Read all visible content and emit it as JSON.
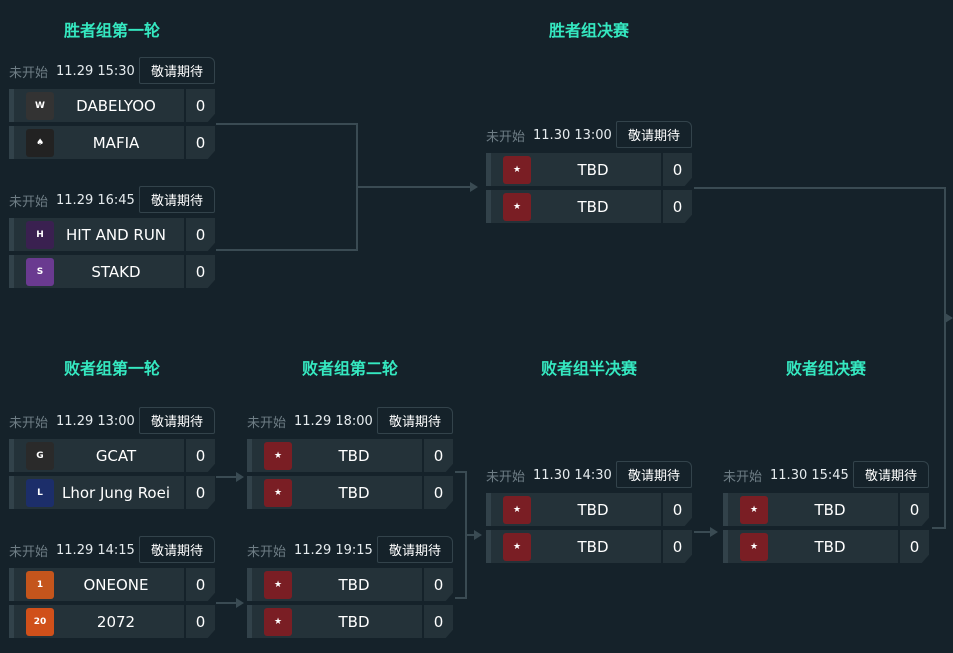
{
  "titles": {
    "w1": "胜者组第一轮",
    "wf": "胜者组决赛",
    "l1": "败者组第一轮",
    "l2": "败者组第二轮",
    "ls": "败者组半决赛",
    "lf": "败者组决赛"
  },
  "matches": [
    {
      "status": "未开始",
      "time": "11.29 15:30",
      "button": "敬请期待",
      "teams": [
        {
          "name": "DABELYOO",
          "score": "0",
          "logo": "w-keycap-icon"
        },
        {
          "name": "MAFIA",
          "score": "0",
          "logo": "mafia-logo-icon"
        }
      ]
    },
    {
      "status": "未开始",
      "time": "11.29 16:45",
      "button": "敬请期待",
      "teams": [
        {
          "name": "HIT AND RUN",
          "score": "0",
          "logo": "hit-logo-icon"
        },
        {
          "name": "STAKD",
          "score": "0",
          "logo": "stakd-logo-icon"
        }
      ]
    },
    {
      "status": "未开始",
      "time": "11.30 13:00",
      "button": "敬请期待",
      "teams": [
        {
          "name": "TBD",
          "score": "0",
          "logo": "tbd-shield-icon"
        },
        {
          "name": "TBD",
          "score": "0",
          "logo": "tbd-shield-icon"
        }
      ]
    },
    {
      "status": "未开始",
      "time": "11.29 13:00",
      "button": "敬请期待",
      "teams": [
        {
          "name": "GCAT",
          "score": "0",
          "logo": "gcat-logo-icon"
        },
        {
          "name": "Lhor Jung Roei",
          "score": "0",
          "logo": "ljr-logo-icon"
        }
      ]
    },
    {
      "status": "未开始",
      "time": "11.29 14:15",
      "button": "敬请期待",
      "teams": [
        {
          "name": "ONEONE",
          "score": "0",
          "logo": "oneone-logo-icon"
        },
        {
          "name": "2072",
          "score": "0",
          "logo": "2072-logo-icon"
        }
      ]
    },
    {
      "status": "未开始",
      "time": "11.29 18:00",
      "button": "敬请期待",
      "teams": [
        {
          "name": "TBD",
          "score": "0",
          "logo": "tbd-shield-icon"
        },
        {
          "name": "TBD",
          "score": "0",
          "logo": "tbd-shield-icon"
        }
      ]
    },
    {
      "status": "未开始",
      "time": "11.29 19:15",
      "button": "敬请期待",
      "teams": [
        {
          "name": "TBD",
          "score": "0",
          "logo": "tbd-shield-icon"
        },
        {
          "name": "TBD",
          "score": "0",
          "logo": "tbd-shield-icon"
        }
      ]
    },
    {
      "status": "未开始",
      "time": "11.30 14:30",
      "button": "敬请期待",
      "teams": [
        {
          "name": "TBD",
          "score": "0",
          "logo": "tbd-shield-icon"
        },
        {
          "name": "TBD",
          "score": "0",
          "logo": "tbd-shield-icon"
        }
      ]
    },
    {
      "status": "未开始",
      "time": "11.30 15:45",
      "button": "敬请期待",
      "teams": [
        {
          "name": "TBD",
          "score": "0",
          "logo": "tbd-shield-icon"
        },
        {
          "name": "TBD",
          "score": "0",
          "logo": "tbd-shield-icon"
        }
      ]
    }
  ]
}
